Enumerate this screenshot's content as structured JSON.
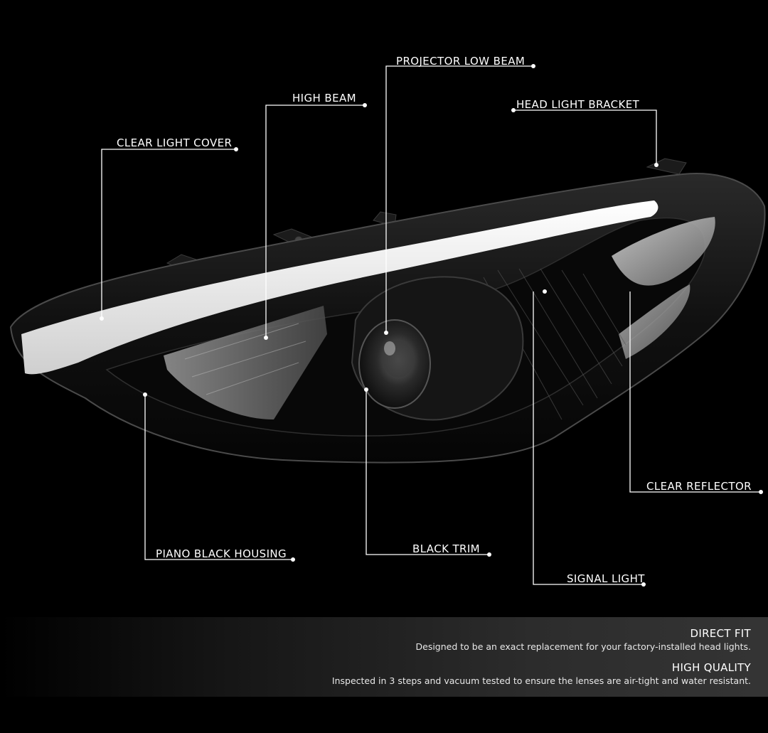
{
  "callouts": [
    {
      "id": "projector_low_beam",
      "label": "PROJECTOR LOW BEAM"
    },
    {
      "id": "high_beam",
      "label": "HIGH  BEAM"
    },
    {
      "id": "head_light_bracket",
      "label": "HEAD LIGHT BRACKET"
    },
    {
      "id": "clear_light_cover",
      "label": "CLEAR LIGHT COVER"
    },
    {
      "id": "clear_reflector",
      "label": "CLEAR REFLECTOR"
    },
    {
      "id": "piano_black_housing",
      "label": "PIANO BLACK HOUSING"
    },
    {
      "id": "black_trim",
      "label": "BLACK TRIM"
    },
    {
      "id": "signal_light",
      "label": "SIGNAL LIGHT"
    }
  ],
  "features": [
    {
      "title": "DIRECT FIT",
      "description": "Designed to be an exact replacement for your factory-installed head lights."
    },
    {
      "title": "HIGH QUALITY",
      "description": "Inspected in 3 steps and vacuum tested to ensure the lenses are air-tight and water resistant."
    }
  ],
  "colors": {
    "background": "#000000",
    "line": "#ffffff",
    "light_bar": "#f2f2f2",
    "housing": "#0c0c0c"
  }
}
